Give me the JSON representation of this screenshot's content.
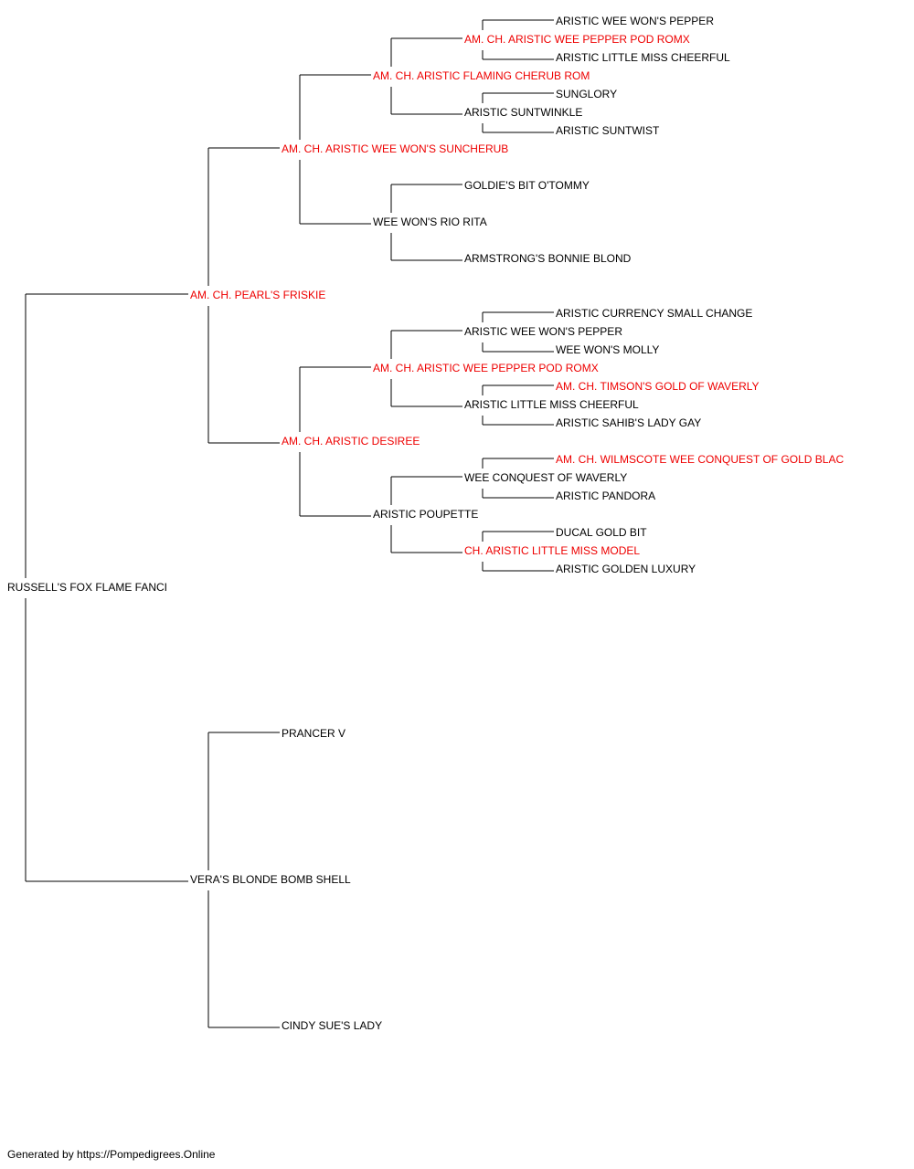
{
  "pedigree": {
    "subject": {
      "name": "RUSSELL'S FOX FLAME FANCI",
      "champion": false
    },
    "sire": {
      "name": "AM. CH. PEARL'S FRISKIE",
      "champion": true
    },
    "dam": {
      "name": "VERA'S BLONDE BOMB SHELL",
      "champion": false
    },
    "sire_sire": {
      "name": "AM. CH. ARISTIC WEE WON'S SUNCHERUB",
      "champion": true
    },
    "sire_dam": {
      "name": "AM. CH. ARISTIC DESIREE",
      "champion": true
    },
    "dam_sire": {
      "name": "PRANCER V",
      "champion": false
    },
    "dam_dam": {
      "name": "CINDY SUE'S LADY",
      "champion": false
    },
    "sss": {
      "name": "AM. CH. ARISTIC FLAMING CHERUB ROM",
      "champion": true
    },
    "ssd": {
      "name": "WEE WON'S RIO RITA",
      "champion": false
    },
    "sds": {
      "name": "AM. CH. ARISTIC WEE PEPPER POD ROMX",
      "champion": true
    },
    "sdd": {
      "name": "ARISTIC POUPETTE",
      "champion": false
    },
    "ssss": {
      "name": "AM. CH. ARISTIC WEE PEPPER POD ROMX",
      "champion": true
    },
    "sssd": {
      "name": "ARISTIC SUNTWINKLE",
      "champion": false
    },
    "ssds": {
      "name": "GOLDIE'S BIT O'TOMMY",
      "champion": false
    },
    "ssdd": {
      "name": "ARMSTRONG'S BONNIE BLOND",
      "champion": false
    },
    "sdss": {
      "name": "ARISTIC WEE WON'S PEPPER",
      "champion": false
    },
    "sdsd": {
      "name": "ARISTIC LITTLE MISS CHEERFUL",
      "champion": false
    },
    "sdds": {
      "name": "WEE CONQUEST OF WAVERLY",
      "champion": false
    },
    "sddd": {
      "name": "CH. ARISTIC LITTLE MISS MODEL",
      "champion": true
    },
    "sssss": {
      "name": "ARISTIC WEE WON'S PEPPER",
      "champion": false
    },
    "ssssd": {
      "name": "ARISTIC LITTLE MISS CHEERFUL",
      "champion": false
    },
    "sssds": {
      "name": "SUNGLORY",
      "champion": false
    },
    "sssdd": {
      "name": "ARISTIC SUNTWIST",
      "champion": false
    },
    "sdsss": {
      "name": "ARISTIC CURRENCY SMALL CHANGE",
      "champion": false
    },
    "sdssd": {
      "name": "WEE WON'S MOLLY",
      "champion": false
    },
    "sdsds": {
      "name": "AM. CH. TIMSON'S GOLD OF WAVERLY",
      "champion": true
    },
    "sdsdd": {
      "name": "ARISTIC SAHIB'S LADY GAY",
      "champion": false
    },
    "sddss": {
      "name": "AM. CH. WILMSCOTE WEE CONQUEST OF GOLD BLAC",
      "champion": true
    },
    "sddsd": {
      "name": "ARISTIC PANDORA",
      "champion": false
    },
    "sddds": {
      "name": "DUCAL GOLD BIT",
      "champion": false
    },
    "sdddd": {
      "name": "ARISTIC GOLDEN LUXURY",
      "champion": false
    }
  },
  "footer": "Generated by https://Pompedigrees.Online",
  "colors": {
    "champion": "#ee0000",
    "normal": "#000000",
    "line": "#000000"
  }
}
